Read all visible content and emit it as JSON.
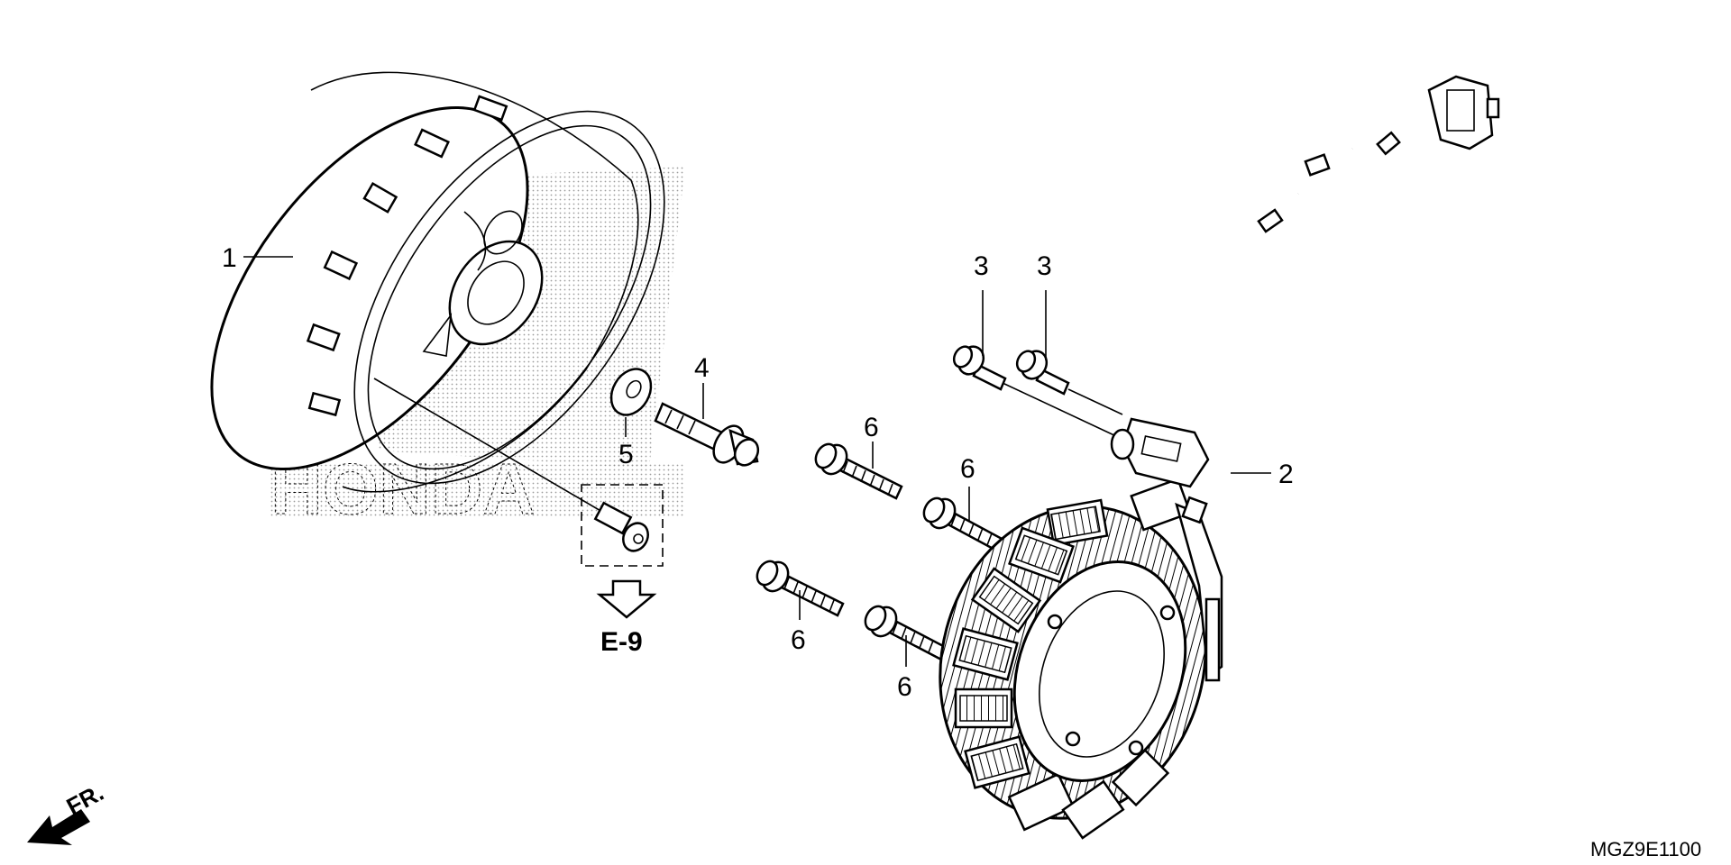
{
  "callouts": {
    "flywheel": "1",
    "stator": "2",
    "bolt_a": "3",
    "bolt_b": "3",
    "flange_bolt": "4",
    "washer": "5",
    "stator_bolt_a": "6",
    "stator_bolt_b": "6",
    "stator_bolt_c": "6",
    "stator_bolt_d": "6"
  },
  "reference": {
    "label": "E-9"
  },
  "front_indicator": {
    "label": "FR."
  },
  "diagram_code": "MGZ9E1100",
  "watermark": {
    "text": "HONDA"
  },
  "colors": {
    "line": "#000000",
    "background": "#ffffff",
    "stipple": "#9a9a9a"
  }
}
